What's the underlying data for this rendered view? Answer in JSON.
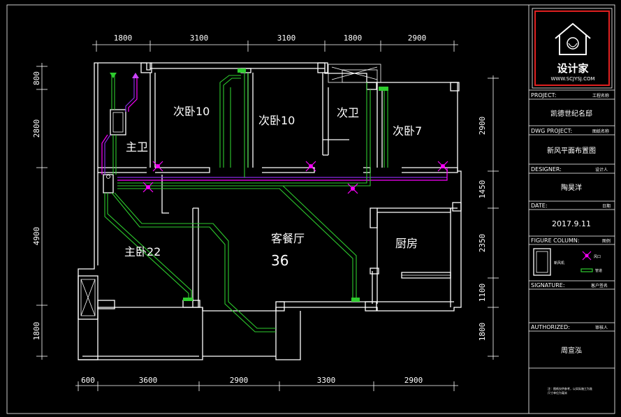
{
  "dimensions": {
    "top": [
      "1800",
      "3100",
      "3100",
      "1800",
      "2900"
    ],
    "bottom": [
      "600",
      "3600",
      "2900",
      "3300",
      "2900"
    ],
    "left": [
      "800",
      "2800",
      "4900",
      "1800"
    ],
    "right": [
      "2900",
      "1450",
      "2350",
      "1100",
      "1800"
    ]
  },
  "rooms": {
    "bed_a": "次卧10",
    "bed_b": "次卧10",
    "bath2": "次卫",
    "bed_c": "次卧7",
    "master_bath": "主卫",
    "master_bed": "主卧22",
    "living": "客餐厅",
    "living_area": "36",
    "kitchen": "厨房"
  },
  "title_block": {
    "logo_text": "设计家",
    "logo_url": "WWW.SCJYSJ.COM",
    "project_label": "PROJECT:",
    "project_tag": "工程名称",
    "project_value": "凯德世纪名邸",
    "dwg_label": "DWG PROJECT:",
    "dwg_tag": "图纸名称",
    "dwg_value": "新风平面布置图",
    "designer_label": "DESIGNER:",
    "designer_tag": "设计人",
    "designer_value": "陶昊洋",
    "date_label": "DATE:",
    "date_tag": "日期",
    "date_value": "2017.9.11",
    "figure_label": "FIGURE COLUMN:",
    "figure_tag": "图例",
    "legend_unit": "新风机",
    "legend_fan": "风口",
    "legend_pipe": "管道",
    "signature_label": "SIGNATURE:",
    "signature_tag": "客户签名",
    "authorized_label": "AUTHORIZED:",
    "authorized_tag": "审核人",
    "authorized_value": "周宣泓",
    "note_line1": "注：图纸仅供参考，以实际施工为准",
    "note_line2": "尺寸单位为毫米"
  }
}
